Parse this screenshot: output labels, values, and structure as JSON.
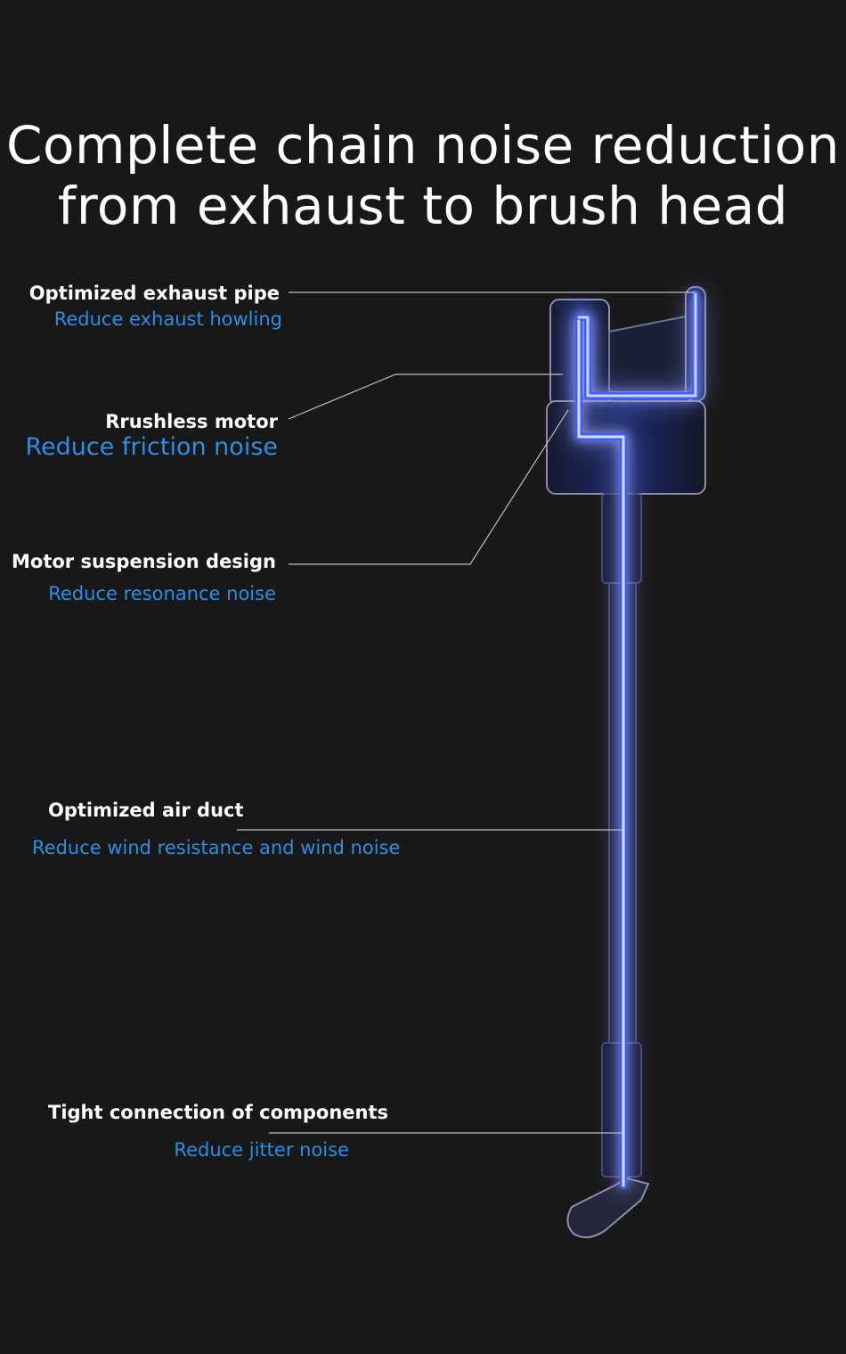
{
  "headline": {
    "line1": "Complete chain noise reduction",
    "line2": "from exhaust to brush head"
  },
  "callouts": [
    {
      "title": "Optimized exhaust pipe",
      "subtitle": "Reduce exhaust howling"
    },
    {
      "title": "Rrushless motor",
      "subtitle": "Reduce friction noise"
    },
    {
      "title": "Motor suspension design",
      "subtitle": "Reduce resonance noise"
    },
    {
      "title": "Optimized air duct",
      "subtitle": "Reduce wind resistance and wind noise"
    },
    {
      "title": "Tight connection of components",
      "subtitle": "Reduce jitter noise"
    }
  ],
  "colors": {
    "background": "#181818",
    "title_text": "#ffffff",
    "accent_blue": "#2b8fe6",
    "glow_blue": "#2a55ff",
    "leader_line": "#bdbdbd"
  }
}
